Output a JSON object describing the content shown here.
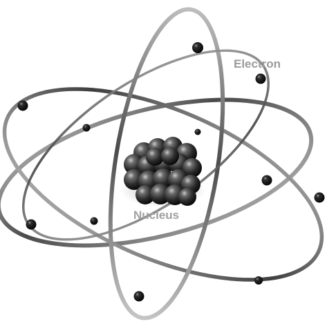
{
  "labels": {
    "electron": "Electron",
    "nucleus": "Nucleus"
  },
  "colors": {
    "background": "#ffffff",
    "label": "#9a9a9a",
    "orbit_light": "#b8b8b8",
    "orbit_dark": "#3a3a3a",
    "electron_light": "#9a9a9a",
    "electron_dark": "#050505",
    "nucleon_light": "#c9c9c9",
    "nucleon_mid": "#4b4b4b",
    "nucleon_dark": "#080808"
  },
  "icons": {
    "orbit": "ellipse-ring",
    "electron": "shaded-sphere",
    "nucleon": "shaded-sphere"
  }
}
